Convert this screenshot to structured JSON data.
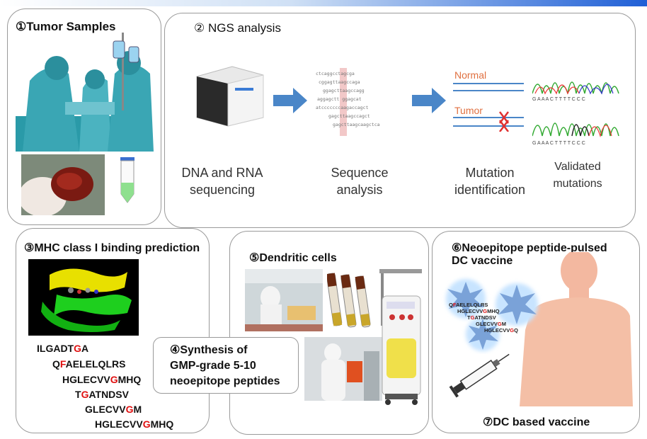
{
  "panels": {
    "tumor": {
      "title": "①Tumor Samples"
    },
    "ngs": {
      "title": "② NGS analysis",
      "step1": "DNA and RNA sequencing",
      "step2": "Sequence analysis",
      "step3": "Mutation identification",
      "step4": "Validated mutations",
      "normal": "Normal",
      "tumor": "Tumor",
      "seq_reads": [
        "ctcaggcctagcga",
        "cggagttaagccaga",
        "ggagcttaagccagg",
        "aggagctt ggagcat",
        "atcccccccaagaccagct",
        "gagcttaagccagct",
        "gagcttaagcaagctca"
      ],
      "trace_letters_top": "G A A A C T T T T C C C",
      "trace_letters_bottom": "G A A A C T T T T C C C"
    },
    "mhc": {
      "title": "③MHC class I binding prediction",
      "peptides": [
        {
          "pre": "ILGADT",
          "mut": "G",
          "post": "A"
        },
        {
          "pre": "Q",
          "mut": "F",
          "post": "AELELQLRS"
        },
        {
          "pre": "HGLECVV",
          "mut": "G",
          "post": "MHQ"
        },
        {
          "pre": "T",
          "mut": "G",
          "post": "ATNDSV"
        },
        {
          "pre": "GLECVV",
          "mut": "G",
          "post": "M"
        },
        {
          "pre": "HGLECVV",
          "mut": "G",
          "post": "MHQ"
        }
      ]
    },
    "synthesis": {
      "line1": "④Synthesis of",
      "line2": "GMP-grade 5-10",
      "line3": "neoepitope peptides"
    },
    "dendritic": {
      "title": "⑤Dendritic cells"
    },
    "vaccine": {
      "title_line1": "⑥Neoepitope peptide-pulsed",
      "title_line2": "DC vaccine",
      "bottom": "⑦DC based vaccine",
      "peptides": [
        {
          "pre": "Q",
          "mut": "F",
          "post": "AELELQLRS"
        },
        {
          "pre": "HGLECVV",
          "mut": "G",
          "post": "MHQ"
        },
        {
          "pre": "T",
          "mut": "G",
          "post": "ATNDSV"
        },
        {
          "pre": "GLECVV",
          "mut": "G",
          "post": "M"
        },
        {
          "pre": "HGLECVV",
          "mut": "G",
          "post": "Q"
        }
      ]
    }
  }
}
